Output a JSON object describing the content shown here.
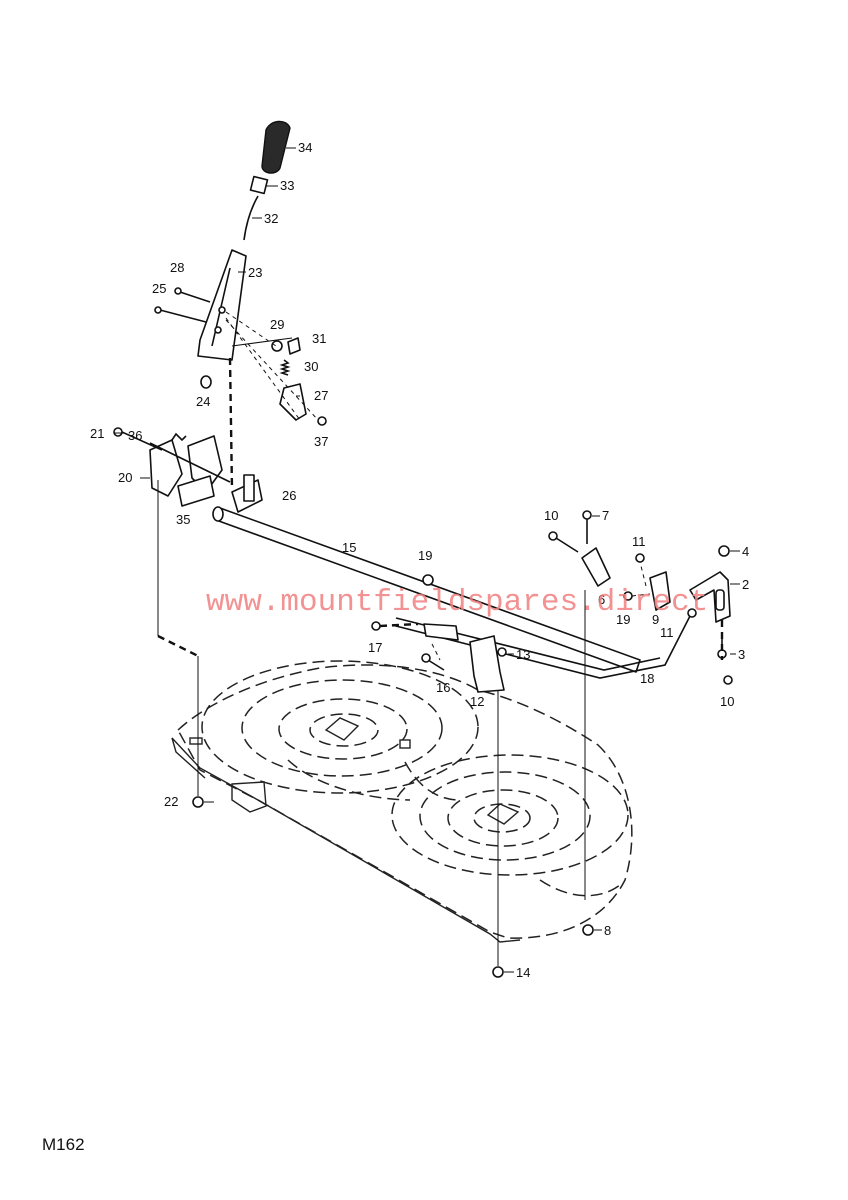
{
  "watermark": "www.mountfieldspares.direct",
  "diagram_ref": "M162",
  "callouts": [
    {
      "id": "34",
      "label": "34"
    },
    {
      "id": "33",
      "label": "33"
    },
    {
      "id": "32",
      "label": "32"
    },
    {
      "id": "28",
      "label": "28"
    },
    {
      "id": "23",
      "label": "23"
    },
    {
      "id": "25",
      "label": "25"
    },
    {
      "id": "29",
      "label": "29"
    },
    {
      "id": "31",
      "label": "31"
    },
    {
      "id": "30",
      "label": "30"
    },
    {
      "id": "27",
      "label": "27"
    },
    {
      "id": "24",
      "label": "24"
    },
    {
      "id": "37",
      "label": "37"
    },
    {
      "id": "21",
      "label": "21"
    },
    {
      "id": "36",
      "label": "36"
    },
    {
      "id": "20",
      "label": "20"
    },
    {
      "id": "35",
      "label": "35"
    },
    {
      "id": "26",
      "label": "26"
    },
    {
      "id": "15",
      "label": "15"
    },
    {
      "id": "19a",
      "label": "19"
    },
    {
      "id": "10a",
      "label": "10"
    },
    {
      "id": "7",
      "label": "7"
    },
    {
      "id": "11a",
      "label": "11"
    },
    {
      "id": "4",
      "label": "4"
    },
    {
      "id": "2",
      "label": "2"
    },
    {
      "id": "6",
      "label": "6"
    },
    {
      "id": "19b",
      "label": "19"
    },
    {
      "id": "9",
      "label": "9"
    },
    {
      "id": "11b",
      "label": "11"
    },
    {
      "id": "3",
      "label": "3"
    },
    {
      "id": "17",
      "label": "17"
    },
    {
      "id": "13",
      "label": "13"
    },
    {
      "id": "16",
      "label": "16"
    },
    {
      "id": "12",
      "label": "12"
    },
    {
      "id": "18",
      "label": "18"
    },
    {
      "id": "10b",
      "label": "10"
    },
    {
      "id": "22",
      "label": "22"
    },
    {
      "id": "8",
      "label": "8"
    },
    {
      "id": "14",
      "label": "14"
    }
  ]
}
